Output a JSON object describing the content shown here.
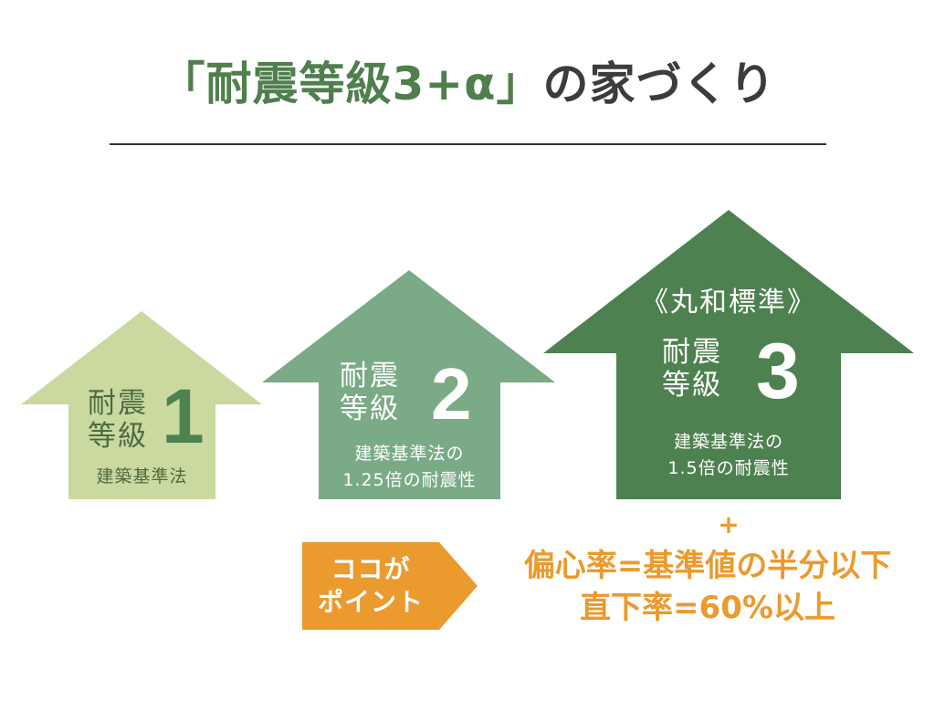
{
  "title": {
    "highlight": "「耐震等級3+α」",
    "rest": "の家づくり"
  },
  "colors": {
    "grade1": "#c9d9a0",
    "grade2": "#7aaa86",
    "grade3": "#4e8150",
    "accent": "#eb9a2e"
  },
  "grades": [
    {
      "label_line1": "耐震",
      "label_line2": "等級",
      "number": "1",
      "caption_line1": "建築基準法",
      "caption_line2": ""
    },
    {
      "label_line1": "耐震",
      "label_line2": "等級",
      "number": "2",
      "caption_line1": "建築基準法の",
      "caption_line2": "1.25倍の耐震性"
    },
    {
      "tag": "《丸和標準》",
      "label_line1": "耐震",
      "label_line2": "等級",
      "number": "3",
      "caption_line1": "建築基準法の",
      "caption_line2": "1.5倍の耐震性"
    }
  ],
  "point": {
    "line1": "ココが",
    "line2": "ポイント",
    "plus": "+",
    "detail_line1": "偏心率=基準値の半分以下",
    "detail_line2": "直下率=60%以上"
  }
}
